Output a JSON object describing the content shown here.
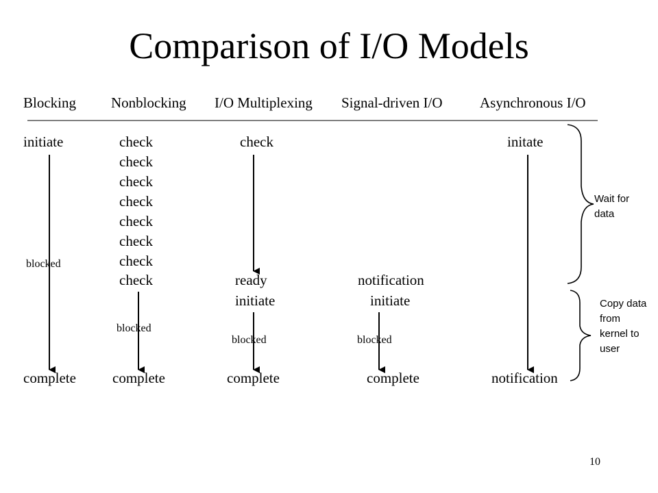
{
  "title": "Comparison of I/O Models",
  "columns": {
    "blocking": "Blocking",
    "nonblocking": "Nonblocking",
    "multiplexing": "I/O Multiplexing",
    "signal_driven": "Signal-driven I/O",
    "asynchronous": "Asynchronous I/O"
  },
  "blocking": {
    "start": "initiate",
    "blocked": "blocked",
    "end": "complete"
  },
  "nonblocking": {
    "checks": [
      "check",
      "check",
      "check",
      "check",
      "check",
      "check",
      "check",
      "check"
    ],
    "blocked": "blocked",
    "end": "complete"
  },
  "multiplexing": {
    "start": "check",
    "ready": "ready",
    "initiate": "initiate",
    "blocked": "blocked",
    "end": "complete"
  },
  "signal_driven": {
    "notification": "notification",
    "initiate": "initiate",
    "blocked": "blocked",
    "end": "complete"
  },
  "asynchronous": {
    "start": "initate",
    "end": "notification"
  },
  "phases": {
    "wait": "Wait for data",
    "copy": "Copy data from kernel to user"
  },
  "page_number": "10"
}
